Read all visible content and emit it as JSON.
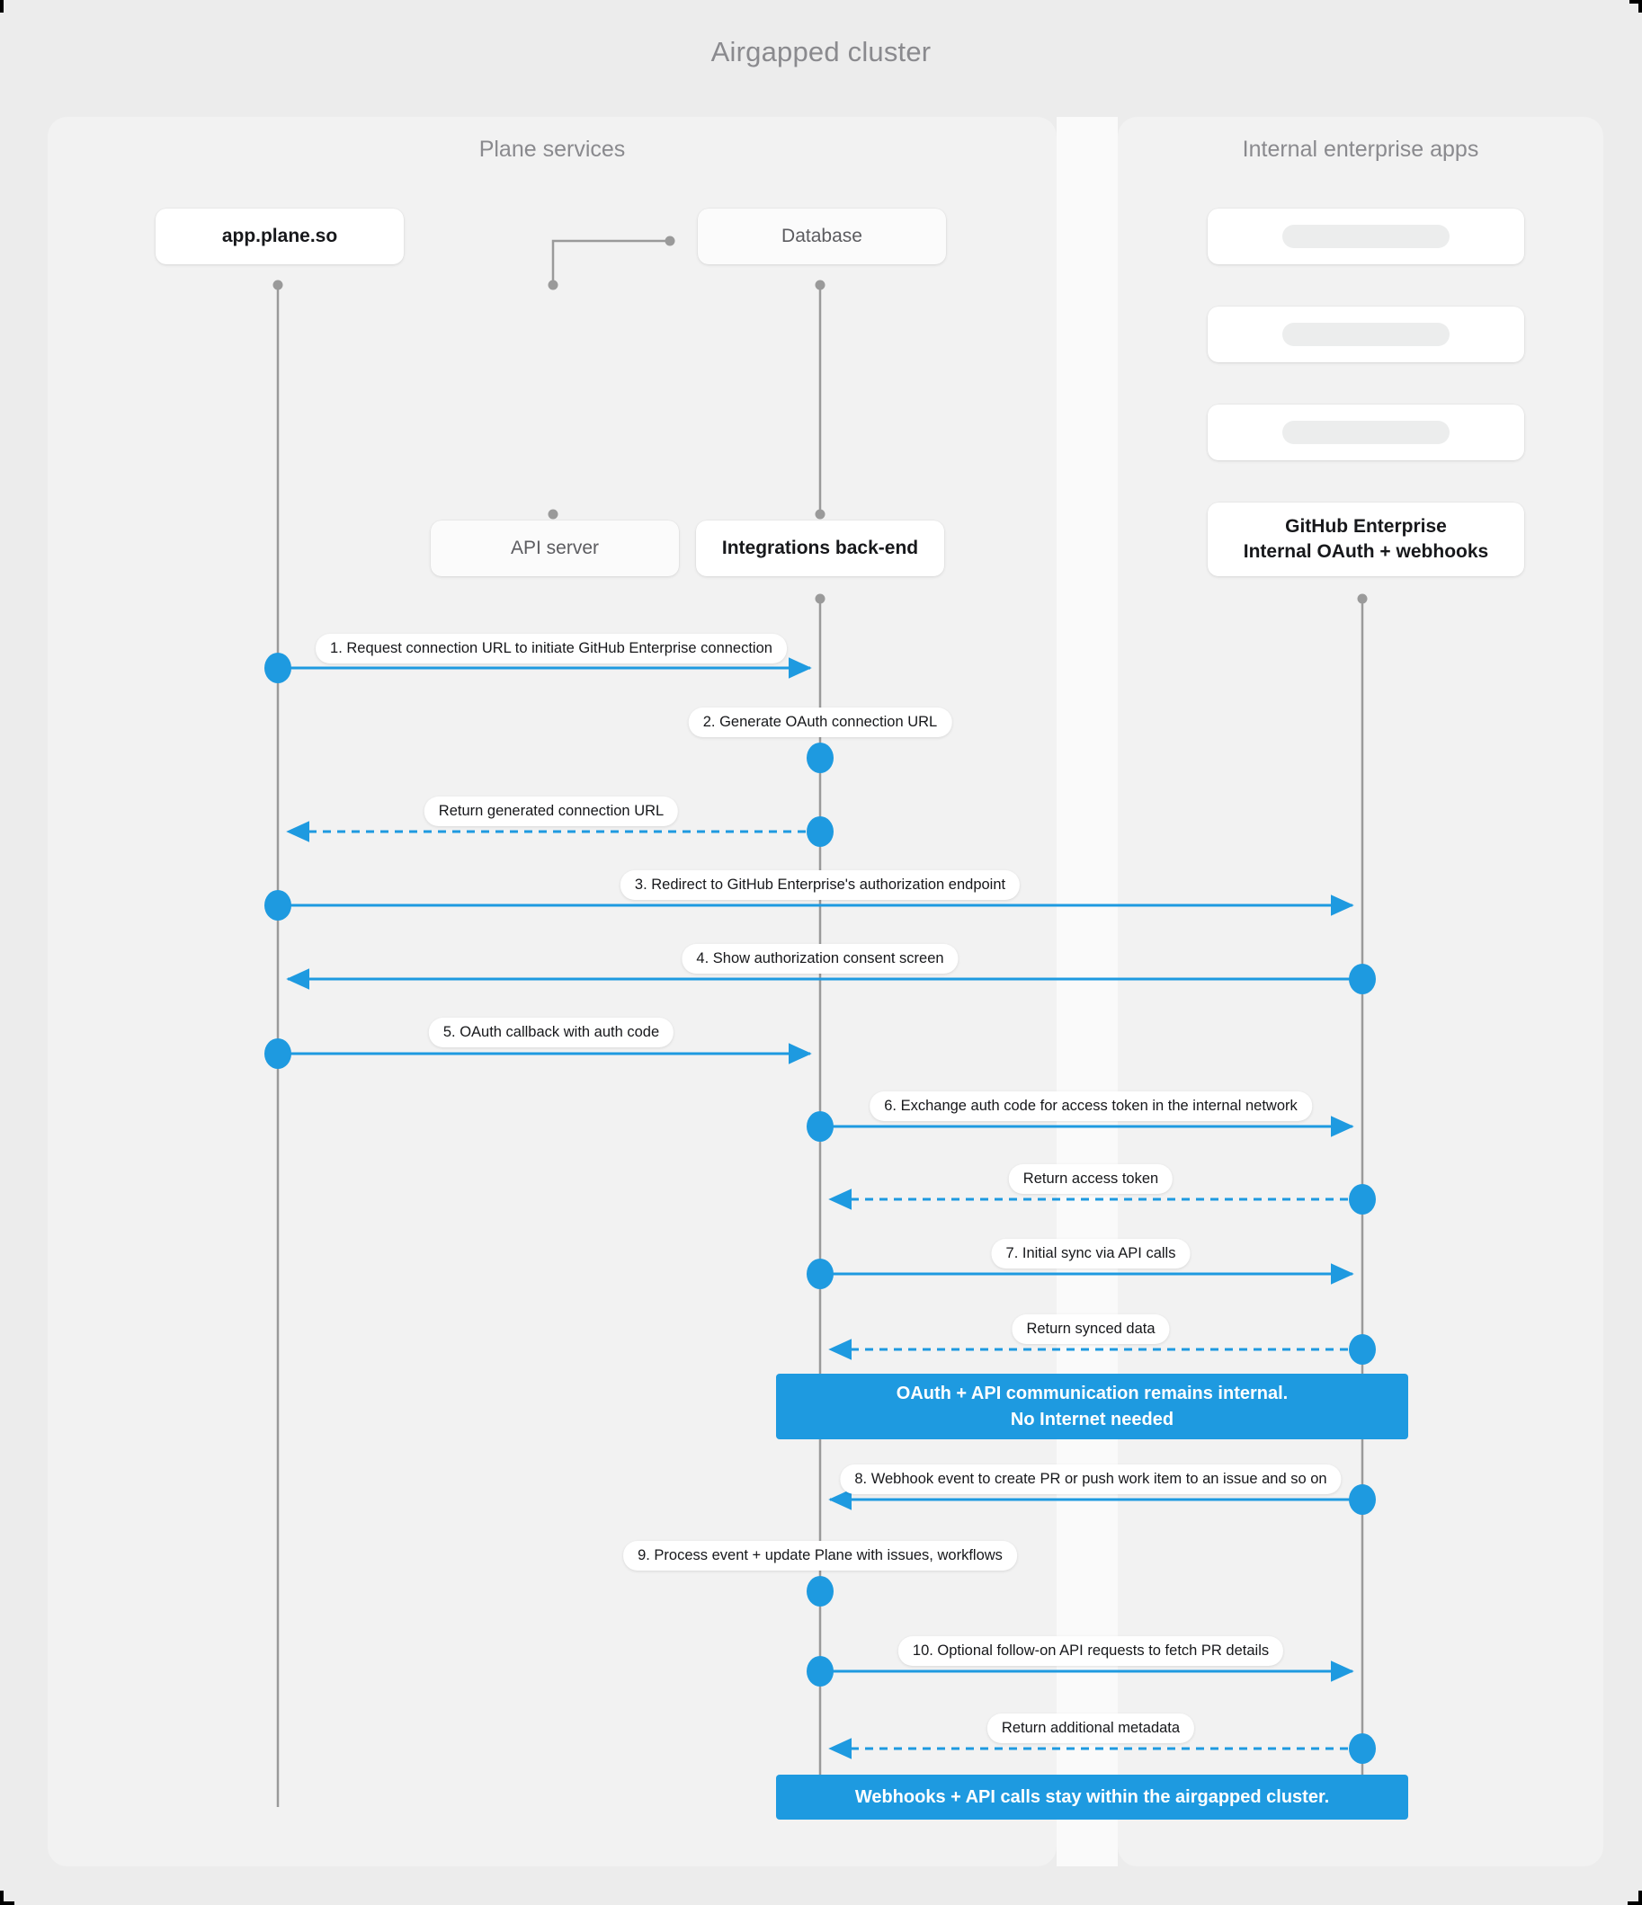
{
  "diagram": {
    "title": "Airgapped cluster",
    "accent_color": "#1e9ae0",
    "lifeline_color": "#9a9a9a",
    "background_color": "#ececec",
    "panel_color": "#f2f2f2"
  },
  "panels": [
    {
      "id": "plane-services",
      "title": "Plane services"
    },
    {
      "id": "internal-enterprise-apps",
      "title": "Internal enterprise apps"
    }
  ],
  "participants": [
    {
      "id": "app-plane-so",
      "label": "app.plane.so",
      "panel": "plane-services"
    },
    {
      "id": "database",
      "label": "Database",
      "panel": "plane-services"
    },
    {
      "id": "api-server",
      "label": "API server",
      "panel": "plane-services"
    },
    {
      "id": "integrations-back-end",
      "label": "Integrations back-end",
      "panel": "plane-services"
    },
    {
      "id": "github-enterprise",
      "label_line1": "GitHub Enterprise",
      "label_line2": "Internal OAuth + webhooks",
      "panel": "internal-enterprise-apps"
    }
  ],
  "placeholder_cards": [
    {
      "id": "placeholder-app-1"
    },
    {
      "id": "placeholder-app-2"
    },
    {
      "id": "placeholder-app-3"
    }
  ],
  "messages": [
    {
      "n": 1,
      "label": "1. Request connection URL to initiate GitHub Enterprise connection",
      "from": "app-plane-so",
      "to": "integrations-back-end",
      "style": "solid",
      "dir": "right"
    },
    {
      "n": 2,
      "label": "2. Generate OAuth connection URL",
      "from": "integrations-back-end",
      "to": "integrations-back-end",
      "style": "self",
      "dir": "self"
    },
    {
      "n": 3,
      "label": "Return generated connection URL",
      "from": "integrations-back-end",
      "to": "app-plane-so",
      "style": "dashed",
      "dir": "left"
    },
    {
      "n": 4,
      "label": "3. Redirect to GitHub Enterprise's authorization endpoint",
      "from": "app-plane-so",
      "to": "github-enterprise",
      "style": "solid",
      "dir": "right"
    },
    {
      "n": 5,
      "label": "4. Show authorization consent screen",
      "from": "github-enterprise",
      "to": "app-plane-so",
      "style": "solid",
      "dir": "left"
    },
    {
      "n": 6,
      "label": "5. OAuth callback with auth code",
      "from": "app-plane-so",
      "to": "integrations-back-end",
      "style": "solid",
      "dir": "right"
    },
    {
      "n": 7,
      "label": "6. Exchange auth code for access token in the internal network",
      "from": "integrations-back-end",
      "to": "github-enterprise",
      "style": "solid",
      "dir": "right"
    },
    {
      "n": 8,
      "label": "Return access token",
      "from": "github-enterprise",
      "to": "integrations-back-end",
      "style": "dashed",
      "dir": "left"
    },
    {
      "n": 9,
      "label": "7. Initial sync via API calls",
      "from": "integrations-back-end",
      "to": "github-enterprise",
      "style": "solid",
      "dir": "right"
    },
    {
      "n": 10,
      "label": "Return synced data",
      "from": "github-enterprise",
      "to": "integrations-back-end",
      "style": "dashed",
      "dir": "left"
    },
    {
      "n": 11,
      "label": "8. Webhook event to create PR  or push work item to an issue  and so on",
      "from": "github-enterprise",
      "to": "integrations-back-end",
      "style": "solid",
      "dir": "left"
    },
    {
      "n": 12,
      "label": "9. Process event + update Plane with issues, workflows",
      "from": "integrations-back-end",
      "to": "integrations-back-end",
      "style": "self",
      "dir": "self"
    },
    {
      "n": 13,
      "label": "10. Optional follow-on API requests to fetch PR details",
      "from": "integrations-back-end",
      "to": "github-enterprise",
      "style": "solid",
      "dir": "right"
    },
    {
      "n": 14,
      "label": "Return additional metadata",
      "from": "github-enterprise",
      "to": "integrations-back-end",
      "style": "dashed",
      "dir": "left"
    }
  ],
  "notes": [
    {
      "id": "note-internal-comm",
      "line1": "OAuth + API communication remains internal.",
      "line2": "No Internet needed"
    },
    {
      "id": "note-airgapped",
      "line1": "Webhooks + API calls stay within the airgapped cluster.",
      "line2": ""
    }
  ]
}
